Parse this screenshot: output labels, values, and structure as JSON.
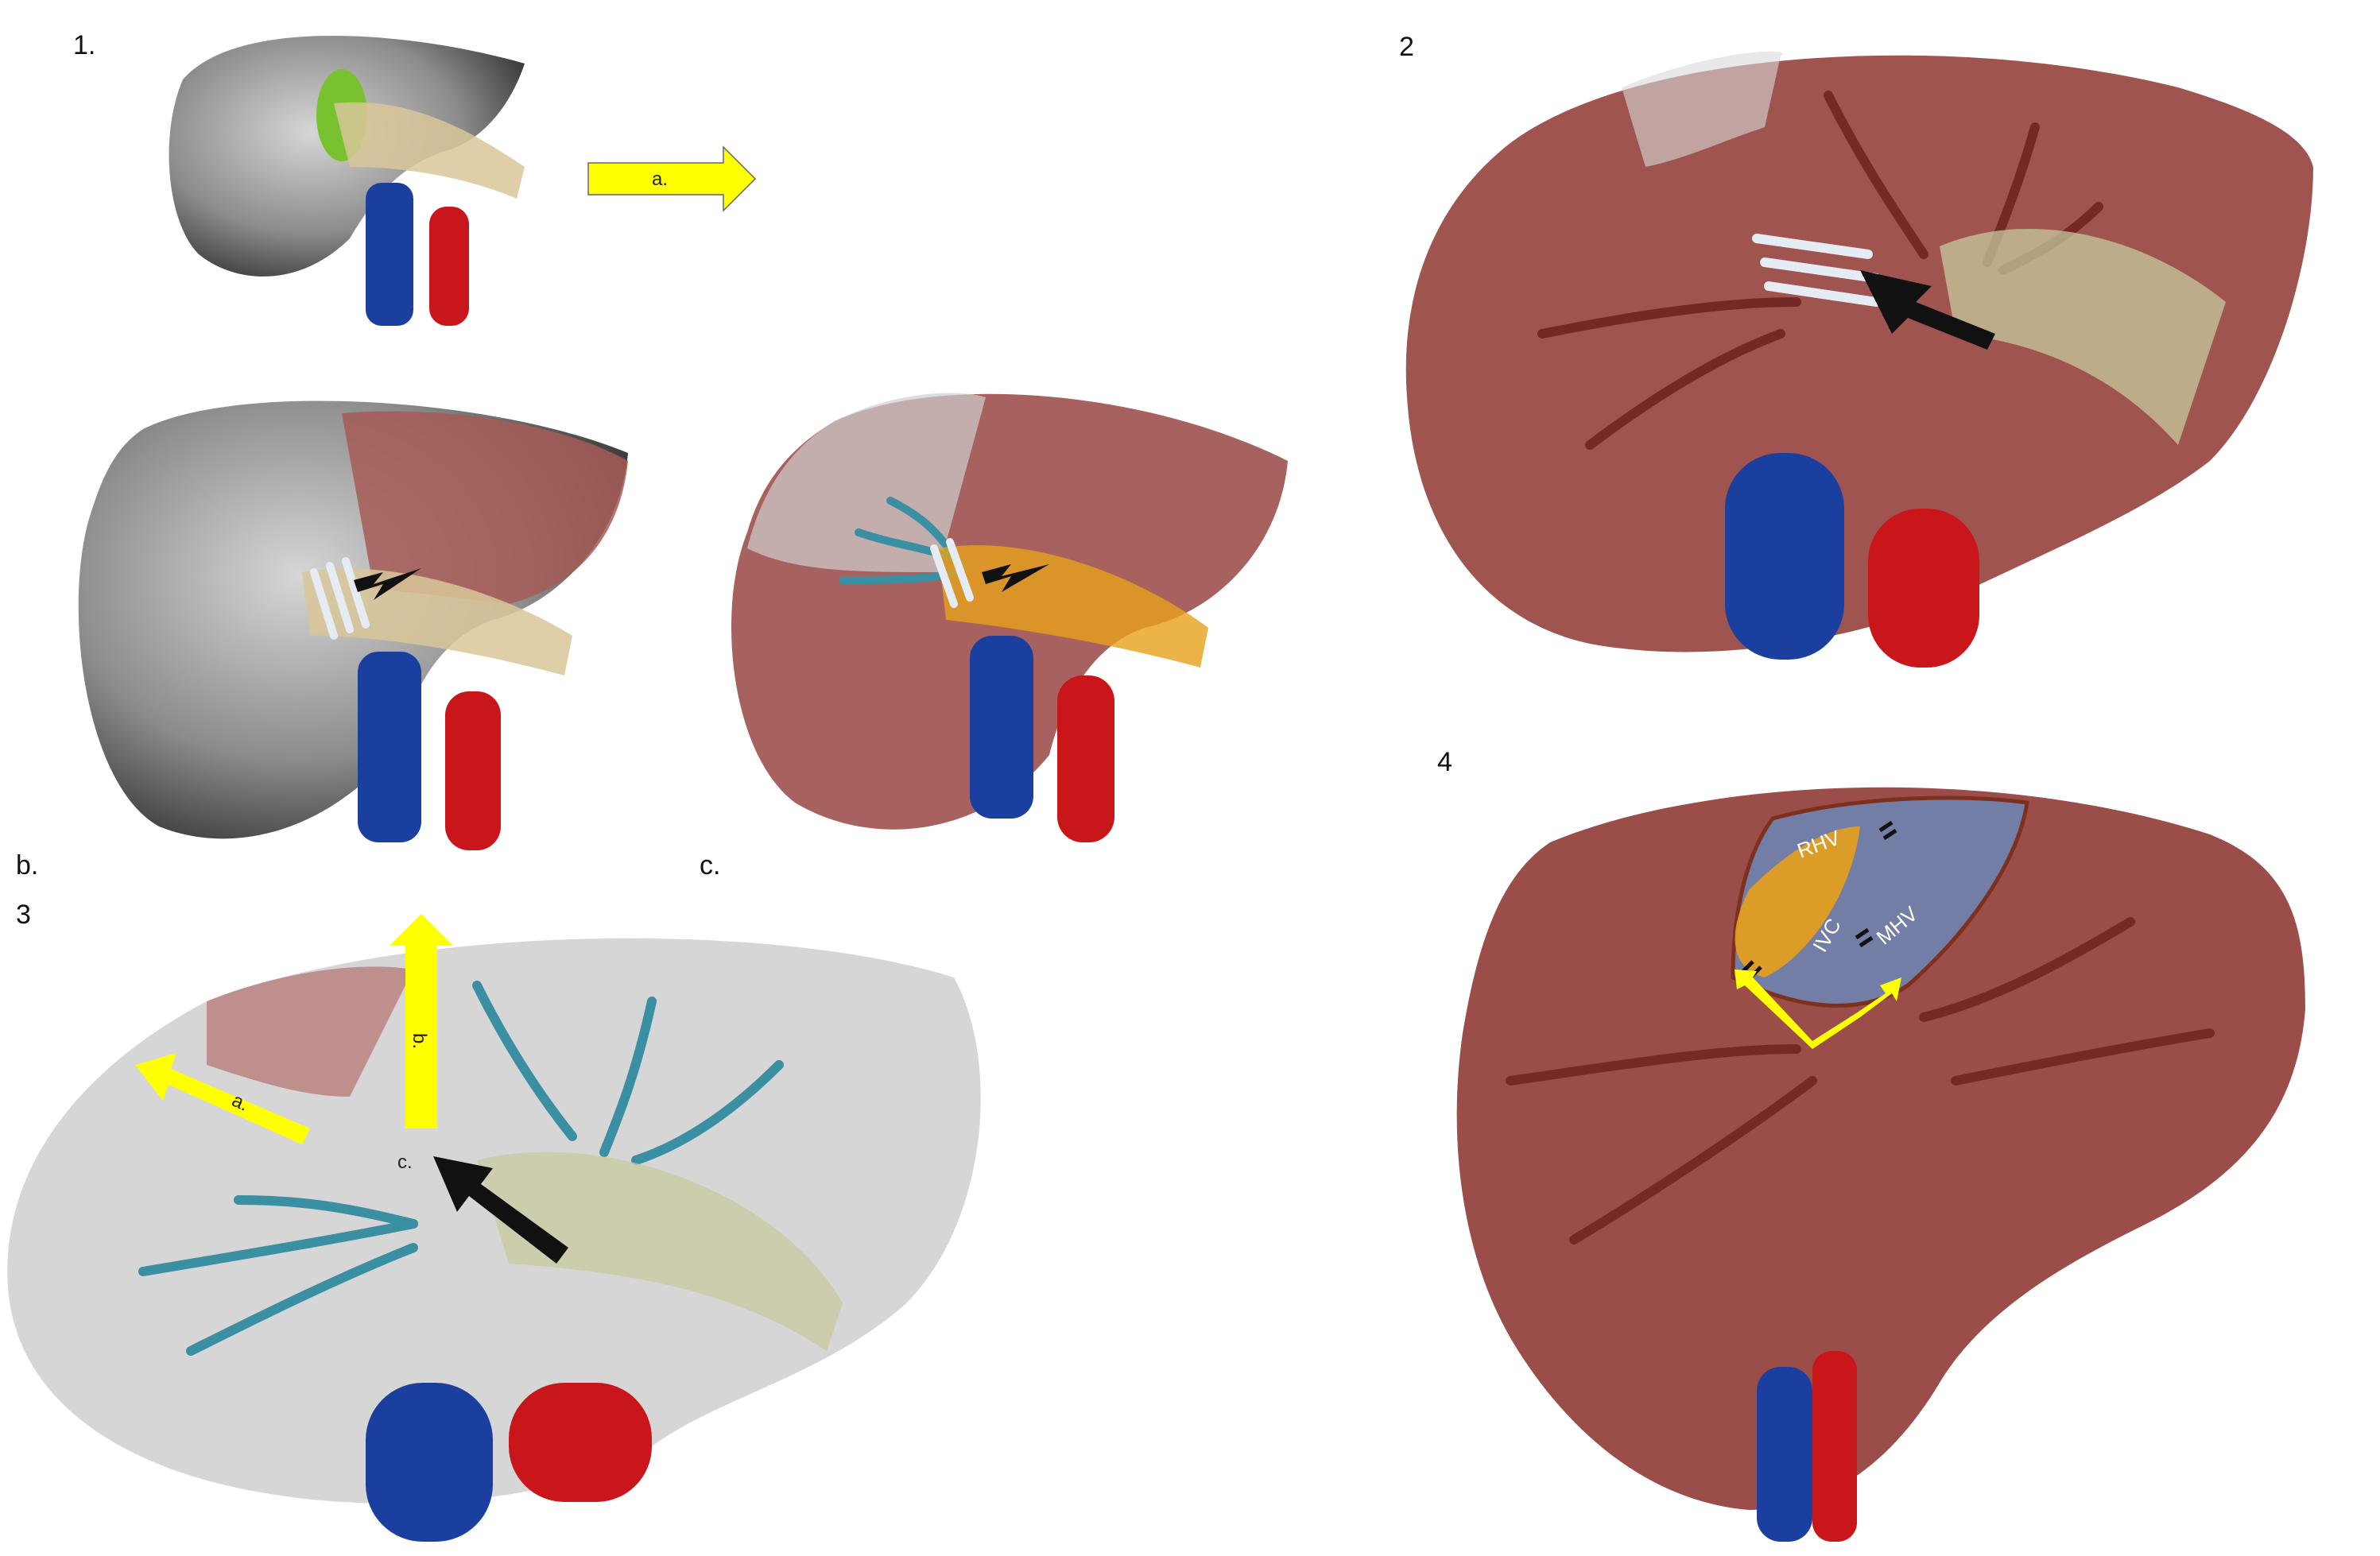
{
  "panels": {
    "p1_label": "1.",
    "p2_label": "2",
    "p3_label": "3",
    "p4_label": "4",
    "b_label": "b.",
    "c_label": "c."
  },
  "arrows": {
    "a": "a.",
    "b": "b.",
    "c": "c."
  },
  "vessels": {
    "rhv": "RHV",
    "ivc": "IVC",
    "mhv": "MHV"
  },
  "colors": {
    "liver_grey": "#8e8e8e",
    "liver_red": "#8a2e2a",
    "portal_blue": "#1b3f9e",
    "artery_red": "#c8161b",
    "pancreas_tan": "#d8c79a",
    "arrow_yellow": "#ffff00",
    "hepatic_vein_teal": "#3a8fa3",
    "tumor_orange": "#e7a11a",
    "gallbladder_green": "#79c22f"
  }
}
